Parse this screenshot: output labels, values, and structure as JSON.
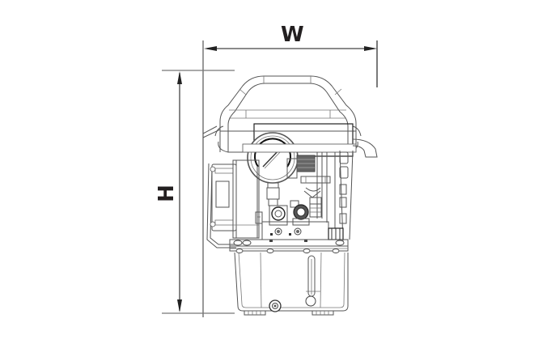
{
  "diagram": {
    "subject": "hydraulic-pump-front-view",
    "dimensions": {
      "width_label": "W",
      "height_label": "H"
    },
    "colors": {
      "line": "#555555",
      "dimension_text": "#231f20",
      "background": "#ffffff"
    }
  }
}
